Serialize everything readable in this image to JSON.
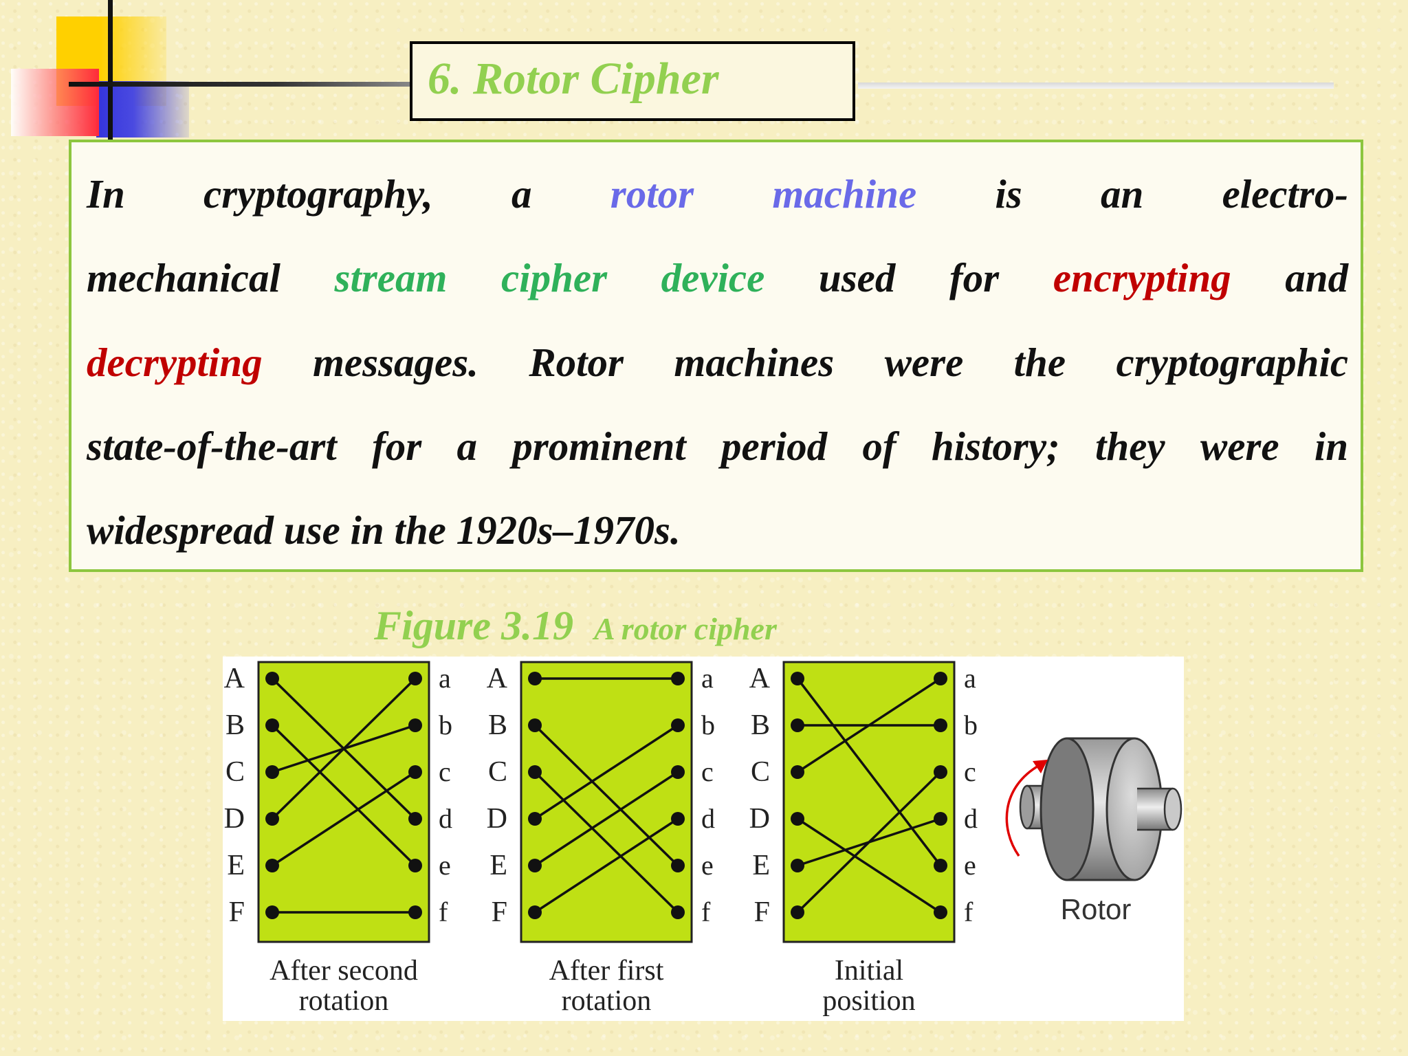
{
  "slide": {
    "title": "6. Rotor Cipher",
    "paragraph_lines": [
      [
        {
          "text": "In",
          "style": "normal"
        },
        {
          "text": "cryptography,",
          "style": "normal"
        },
        {
          "text": "a",
          "style": "normal"
        },
        {
          "text": "rotor",
          "style": "blue"
        },
        {
          "text": "machine",
          "style": "blue"
        },
        {
          "text": "is",
          "style": "normal"
        },
        {
          "text": "an",
          "style": "normal"
        },
        {
          "text": "electro-",
          "style": "normal"
        }
      ],
      [
        {
          "text": "mechanical",
          "style": "normal"
        },
        {
          "text": "stream",
          "style": "green"
        },
        {
          "text": "cipher",
          "style": "green"
        },
        {
          "text": "device",
          "style": "green"
        },
        {
          "text": "used",
          "style": "normal"
        },
        {
          "text": "for",
          "style": "normal"
        },
        {
          "text": "encrypting",
          "style": "red"
        },
        {
          "text": "and",
          "style": "normal"
        }
      ],
      [
        {
          "text": "decrypting",
          "style": "red"
        },
        {
          "text": "messages.",
          "style": "normal"
        },
        {
          "text": "Rotor",
          "style": "normal"
        },
        {
          "text": "machines",
          "style": "normal"
        },
        {
          "text": "were",
          "style": "normal"
        },
        {
          "text": "the",
          "style": "normal"
        },
        {
          "text": "cryptographic",
          "style": "normal"
        }
      ],
      [
        {
          "text": "state-of-the-art",
          "style": "normal"
        },
        {
          "text": "for",
          "style": "normal"
        },
        {
          "text": "a",
          "style": "normal"
        },
        {
          "text": "prominent",
          "style": "normal"
        },
        {
          "text": "period",
          "style": "normal"
        },
        {
          "text": "of",
          "style": "normal"
        },
        {
          "text": "history;",
          "style": "normal"
        },
        {
          "text": "they",
          "style": "normal"
        },
        {
          "text": "were",
          "style": "normal"
        },
        {
          "text": "in",
          "style": "normal"
        }
      ],
      [
        {
          "text": "widespread use in the 1920s–1970s.",
          "style": "normal"
        }
      ]
    ],
    "figure": {
      "number": "Figure 3.19",
      "subtitle": "A rotor cipher"
    }
  },
  "diagram": {
    "input_letters": [
      "A",
      "B",
      "C",
      "D",
      "E",
      "F"
    ],
    "output_letters": [
      "a",
      "b",
      "c",
      "d",
      "e",
      "f"
    ],
    "panels": [
      {
        "caption_lines": [
          "After second",
          "rotation"
        ],
        "wiring": [
          [
            "A",
            "d"
          ],
          [
            "B",
            "e"
          ],
          [
            "C",
            "b"
          ],
          [
            "D",
            "a"
          ],
          [
            "E",
            "c"
          ],
          [
            "F",
            "f"
          ]
        ]
      },
      {
        "caption_lines": [
          "After first",
          "rotation"
        ],
        "wiring": [
          [
            "A",
            "a"
          ],
          [
            "B",
            "e"
          ],
          [
            "C",
            "f"
          ],
          [
            "D",
            "b"
          ],
          [
            "E",
            "c"
          ],
          [
            "F",
            "d"
          ]
        ]
      },
      {
        "caption_lines": [
          "Initial",
          "position"
        ],
        "wiring": [
          [
            "A",
            "e"
          ],
          [
            "B",
            "b"
          ],
          [
            "C",
            "a"
          ],
          [
            "D",
            "f"
          ],
          [
            "E",
            "d"
          ],
          [
            "F",
            "c"
          ]
        ]
      }
    ],
    "rotor_label": "Rotor",
    "colors": {
      "wiring_box": "#bfe014",
      "rotation_arrow": "#e00000"
    }
  }
}
